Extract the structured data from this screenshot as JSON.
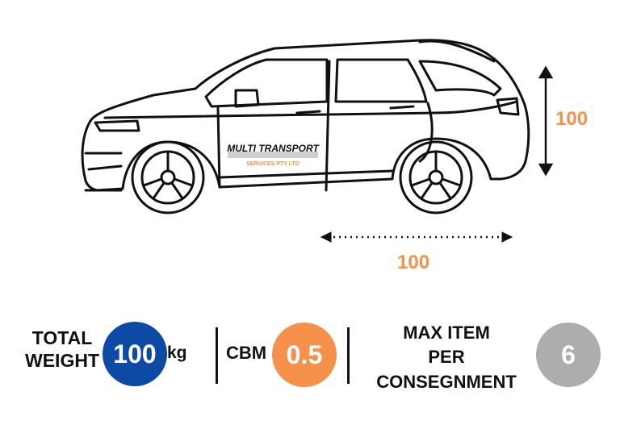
{
  "dimensions": {
    "height_value": "100",
    "length_value": "100"
  },
  "vehicle": {
    "brand_line1": "MULTI TRANSPORT",
    "brand_line2": "SERVICES PTY LTD"
  },
  "stats": {
    "weight": {
      "label_line1": "TOTAL",
      "label_line2": "WEIGHT",
      "value": "100",
      "unit": "kg"
    },
    "cbm": {
      "label": "CBM",
      "value": "0.5"
    },
    "max_items": {
      "label_line1": "MAX ITEM",
      "label_line2": "PER",
      "label_line3": "CONSEGNMENT",
      "value": "6"
    }
  },
  "colors": {
    "accent_orange": "#f5914a",
    "weight_blue": "#0c4aa6",
    "items_gray": "#adadad",
    "outline": "#111111"
  },
  "icons": [
    "car-illustration",
    "height-arrow-icon",
    "length-arrow-icon"
  ]
}
